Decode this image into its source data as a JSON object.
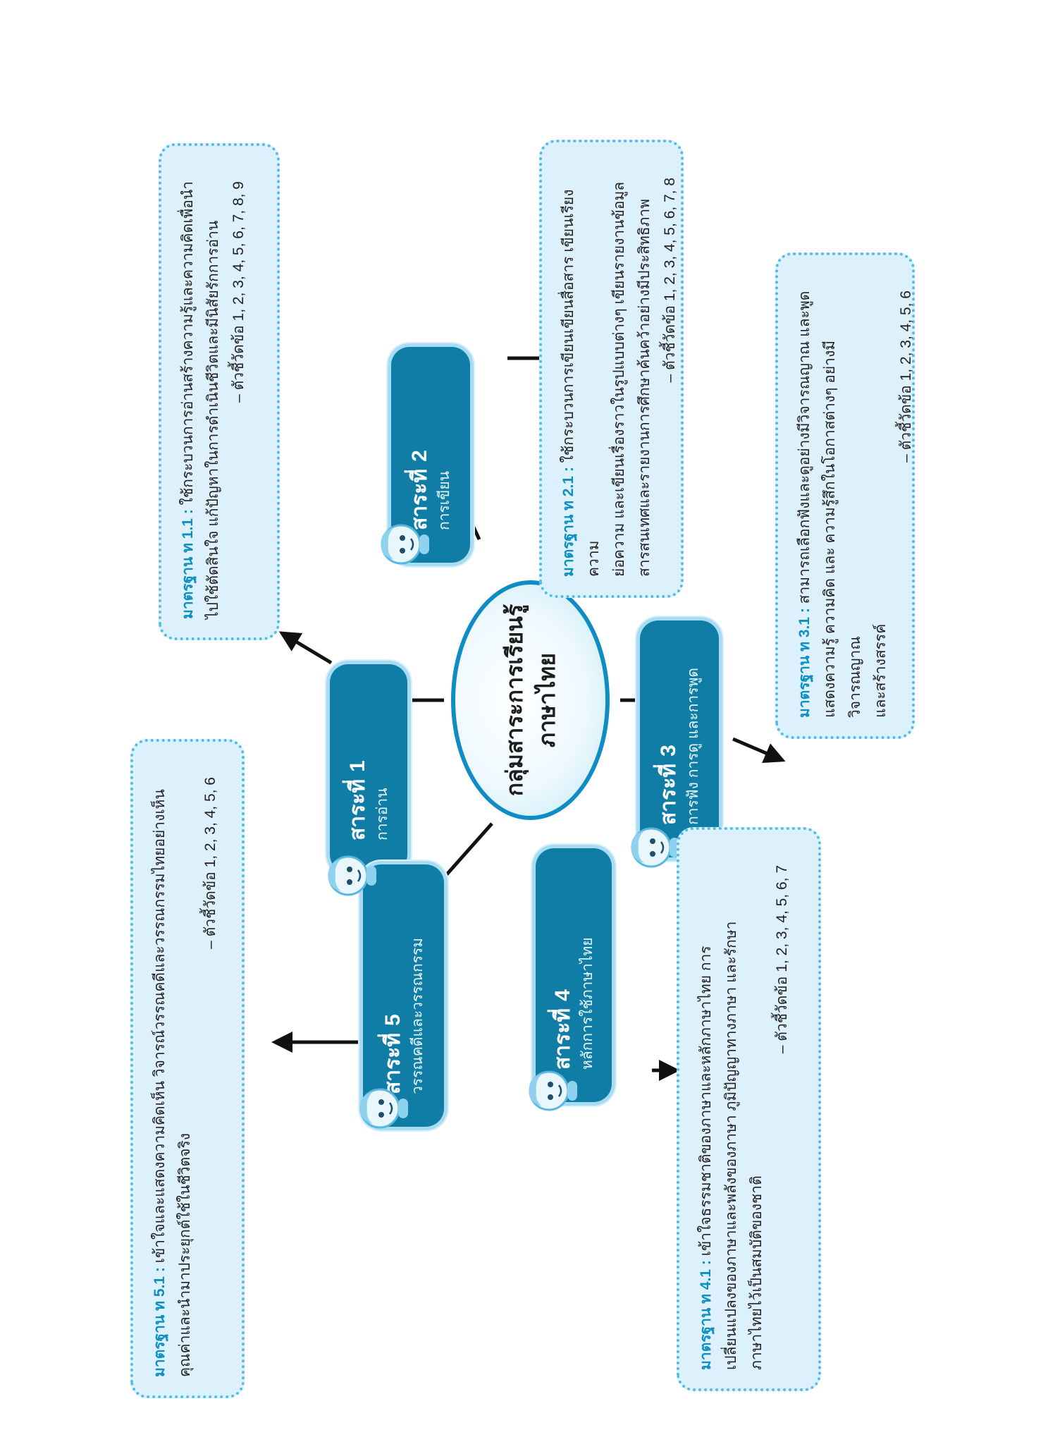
{
  "center": {
    "line1": "กลุ่มสาระการเรียนรู้",
    "line2": "ภาษาไทย"
  },
  "colors": {
    "category_fill": "#0f7da6",
    "center_border": "#0f8cc4",
    "standard_fill": "#dcf1fb",
    "standard_border": "#4fbde8",
    "standard_label": "#0d8fc2",
    "connector": "#111111"
  },
  "categories": [
    {
      "label": "สาระที่",
      "number": "1",
      "subtitle": "การอ่าน"
    },
    {
      "label": "สาระที่",
      "number": "2",
      "subtitle": "การเขียน"
    },
    {
      "label": "สาระที่",
      "number": "3",
      "subtitle": "การฟัง การดู และการพูด"
    },
    {
      "label": "สาระที่",
      "number": "4",
      "subtitle": "หลักการใช้ภาษาไทย"
    },
    {
      "label": "สาระที่",
      "number": "5",
      "subtitle": "วรรณคดีและวรรณกรรม"
    }
  ],
  "standards": [
    {
      "head": "มาตรฐาน ท 1.1 :",
      "lines": [
        "ใช้กระบวนการอ่านสร้างความรู้และความคิดเพื่อนำ",
        "ไปใช้ตัดสินใจ แก้ปัญหาในการดำเนินชีวิตและมีนิสัยรักการอ่าน"
      ],
      "indicators": "– ตัวชี้วัดข้อ 1, 2, 3, 4, 5, 6, 7, 8, 9"
    },
    {
      "head": "มาตรฐาน ท 2.1 :",
      "lines": [
        "ใช้กระบวนการเขียนเขียนสื่อสาร เขียนเรียงความ",
        "ย่อความ และเขียนเรื่องราวในรูปแบบต่างๆ เขียนรายงานข้อมูล",
        "สารสนเทศและรายงานการศึกษาค้นคว้าอย่างมีประสิทธิภาพ"
      ],
      "indicators": "– ตัวชี้วัดข้อ 1, 2, 3, 4, 5, 6, 7, 8"
    },
    {
      "head": "มาตรฐาน ท 3.1 :",
      "lines": [
        "สามารถเลือกฟังและดูอย่างมีวิจารณญาณ และพูด",
        "แสดงความรู้ ความคิด และ ความรู้สึกในโอกาสต่างๆ อย่างมีวิจารณญาณ",
        "และสร้างสรรค์"
      ],
      "indicators": "– ตัวชี้วัดข้อ 1, 2, 3, 4, 5, 6"
    },
    {
      "head": "มาตรฐาน ท 4.1 :",
      "lines": [
        "เข้าใจธรรมชาติของภาษาและหลักภาษาไทย การ",
        "เปลี่ยนแปลงของภาษาและพลังของภาษา ภูมิปัญญาทางภาษา และรักษา",
        "ภาษาไทยไว้เป็นสมบัติของชาติ"
      ],
      "indicators": "– ตัวชี้วัดข้อ 1, 2, 3, 4, 5, 6, 7"
    },
    {
      "head": "มาตรฐาน ท 5.1 :",
      "lines": [
        "เข้าใจและแสดงความคิดเห็น วิจารณ์วรรณคดีและวรรณกรรมไทยอย่างเห็น",
        "คุณค่าและนำมาประยุกต์ใช้ในชีวิตจริง"
      ],
      "indicators": "– ตัวชี้วัดข้อ 1, 2, 3, 4, 5, 6"
    }
  ]
}
